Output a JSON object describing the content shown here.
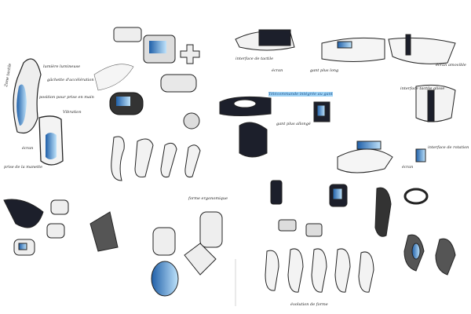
{
  "sheet": {
    "labels": {
      "lumiere": "lumière lumineuse",
      "gachette": "gâchette d'accélération",
      "position": "position pour prise en main",
      "zone": "Zone tactile",
      "vibration": "Vibration",
      "ecran1": "écran",
      "ecran2": "écran",
      "gant_long": "gant plus long",
      "interface_tactile": "interface de tactile",
      "telecommande": "Télécommande intégrée au gant",
      "gant_allonge": "gant plus allongé",
      "ecran_amovible": "écran amovible",
      "interface_glisse": "interface tactile glisse",
      "interface_rotation": "interface de rotation",
      "ecran3": "écran",
      "prise": "prise de la manette",
      "forme": "forme ergonomique",
      "evolution": "évolution de forme"
    },
    "colors": {
      "blue": "#3d8fd6",
      "dark": "#1c1f2b",
      "skin": "#f1f1ef"
    }
  }
}
